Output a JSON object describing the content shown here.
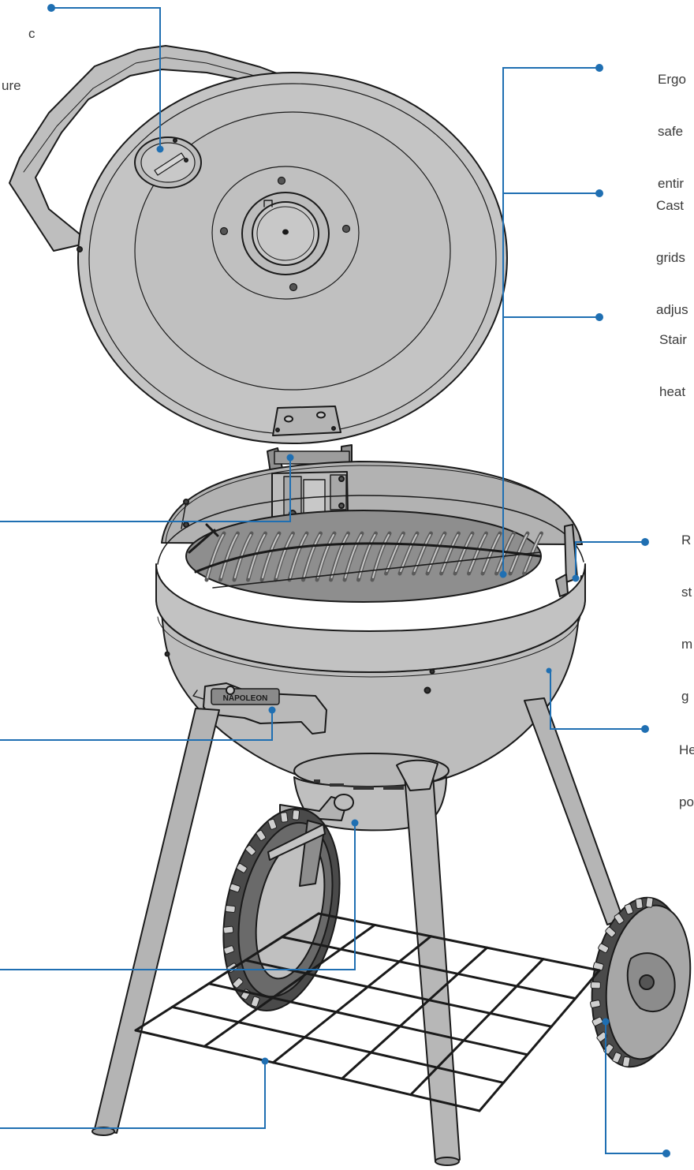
{
  "labels": {
    "top_left": [
      "c",
      "ure"
    ],
    "ergonomic": [
      "Ergo",
      "safe",
      "entir"
    ],
    "cast": [
      "Cast",
      "grids",
      "adjus"
    ],
    "stainless": [
      "Stair",
      "heat"
    ],
    "removable": [
      "R",
      "st",
      "m",
      "g"
    ],
    "heat_bowl": [
      "He",
      "po"
    ]
  },
  "brand_plate": "NAPOLEON",
  "colors": {
    "callout": "#1f6fb2",
    "body_fill": "#bdbdbd",
    "lid_fill": "#c4c4c4",
    "outline": "#1a1a1a",
    "grate_fill": "#9a9a9a",
    "text": "#3a3a3a"
  }
}
